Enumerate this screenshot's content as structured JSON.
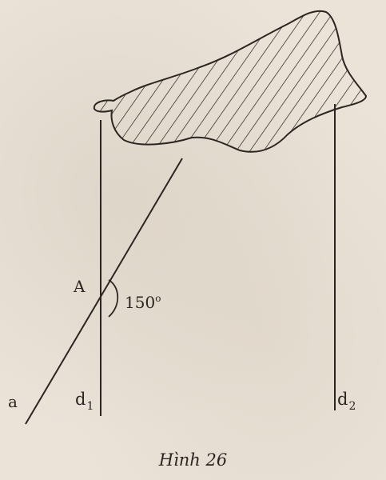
{
  "figure": {
    "caption": "Hình 26",
    "point_label": "A",
    "angle_label": "150",
    "angle_degree_mark": "o",
    "line_a_label": "a",
    "line_d1_label": "d",
    "line_d1_sub": "1",
    "line_d2_label": "d",
    "line_d2_sub": "2"
  },
  "colors": {
    "ink": "#2b2622",
    "paper": "#ebe3d8"
  }
}
